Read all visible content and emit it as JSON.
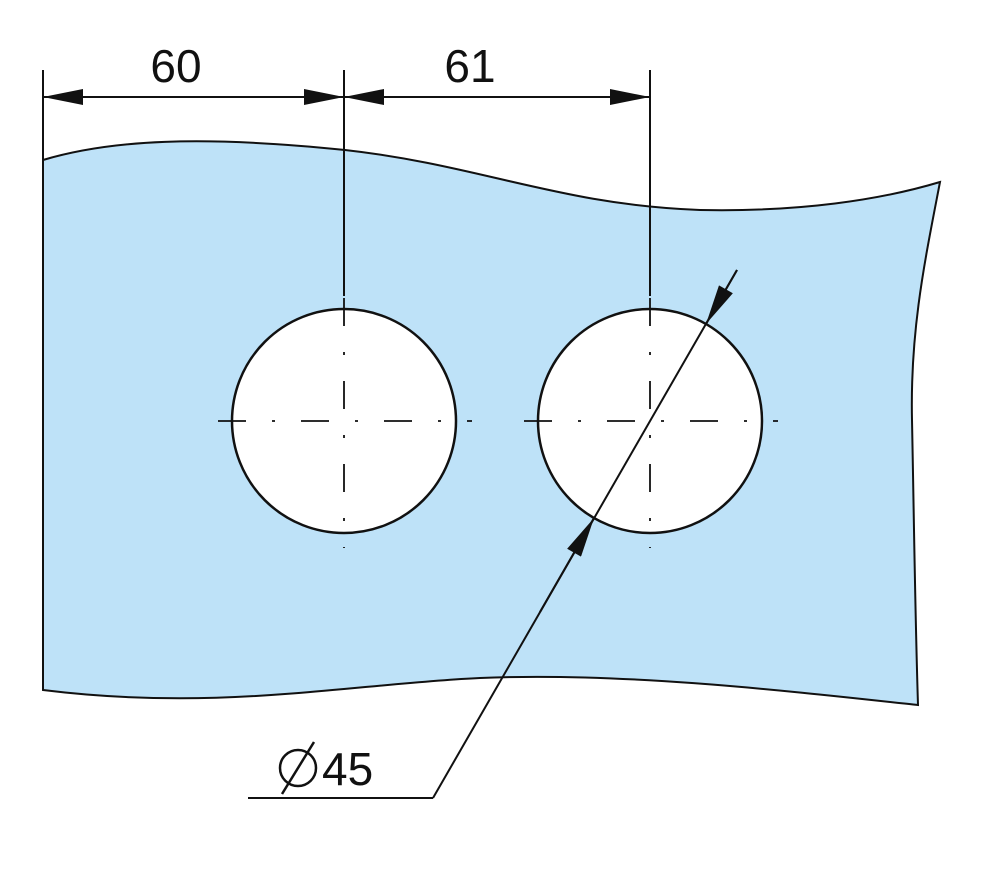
{
  "dimensions": {
    "spacing_left": "60",
    "spacing_right": "61",
    "diameter_symbol": "⌀",
    "diameter_value": "45"
  },
  "colors": {
    "plate": "#bee2f8",
    "line": "#111111",
    "hole": "#ffffff"
  }
}
